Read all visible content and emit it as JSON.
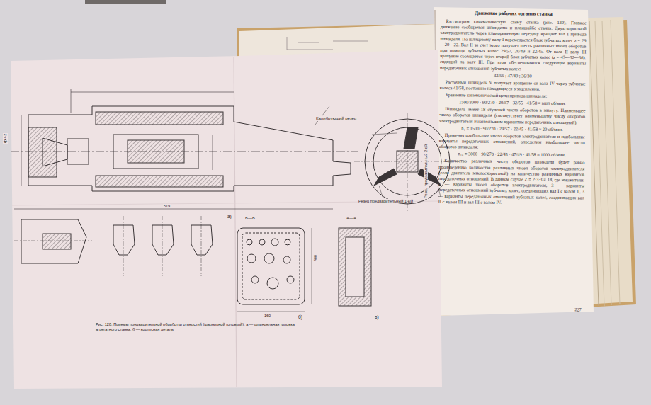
{
  "diagram": {
    "title": "Движение рабочих органов станка",
    "caption": "Рис. 128. Приемы предварительной обработки отверстий (шарнирной головкой): а — шпиндельная головка агрегатного станка; б — корпусная деталь",
    "labels": [
      "Рассмотрим кинематическую схему станка (рис. 130). Главное движение сообщается шпинделю и планшайбе станка. Двухскоростной электродвигатель через клиноременную передачу вращает вал I привода шпинделя. По шлицевому валу I перемещается блок зубчатых колес z = 29—20—22. Вал II за счет этого получает шесть различных чисел оборотов при помощи зубчатых колес 29/57, 20/49 и 22/45. От вала II валу III вращение сообщается через второй блок зубчатых колес (z = 47—32—36), сидящий на валу III. При этом обеспечиваются следующие варианты передаточных отношений зубчатых колес:",
      "32/55 ; 47/49 ; 36/30",
      "Расточный шпиндель V получает вращение от вала IV через зубчатые колеса 41/58, постоянно находящиеся в зацеплении.",
      "Уравнение кинематической цепи привода шпинделя:",
      "1500/3000 · 90/270 · 29/57 · 32/55 · 41/58 = nшп об/мин.",
      "Шпиндель имеет 18 ступеней числа оборотов в минуту. Наименьшее число оборотов шпинделя (соответствует наименьшему числу оборотов электродвигателя и наименьшим вариантам передаточных отношений):",
      "n₁ = 1500 · 90/270 · 29/57 · 22/45 · 41/58 ≈ 20 об/мин.",
      "Применяя наибольшее число оборотов электродвигателя и наибольшие варианты передаточных отношений, определим наибольшее число оборотов шпинделя:",
      "n₁₈ = 3000 · 90/270 · 22/45 · 47/49 · 41/58 ≈ 1000 об/мин.",
      "Количество различных чисел оборотов шпинделя будет равно произведению количества различных чисел оборотов электродвигателя (если двигатель многоскоростной) на количество различных вариантов передаточных отношений. В данном случае Z = 2·3·3 = 18, где множители: 2 — варианты чисел оборотов электродвигателя, 3 — варианты передаточных отношений зубчатых колес, соединяющих вал I с валом II, 3 — варианты передаточных отношений зубчатых колес, соединяющих вал II с валом III и вал III с валом IV.",
      "227",
      "Калибрующий резец",
      "Резец предварительный 1-ый",
      "Резец предварительный 2-ой",
      "ф 42",
      "а)",
      "б)",
      "в)",
      "Б—Б",
      "А—А",
      "160",
      "400",
      "519"
    ]
  }
}
